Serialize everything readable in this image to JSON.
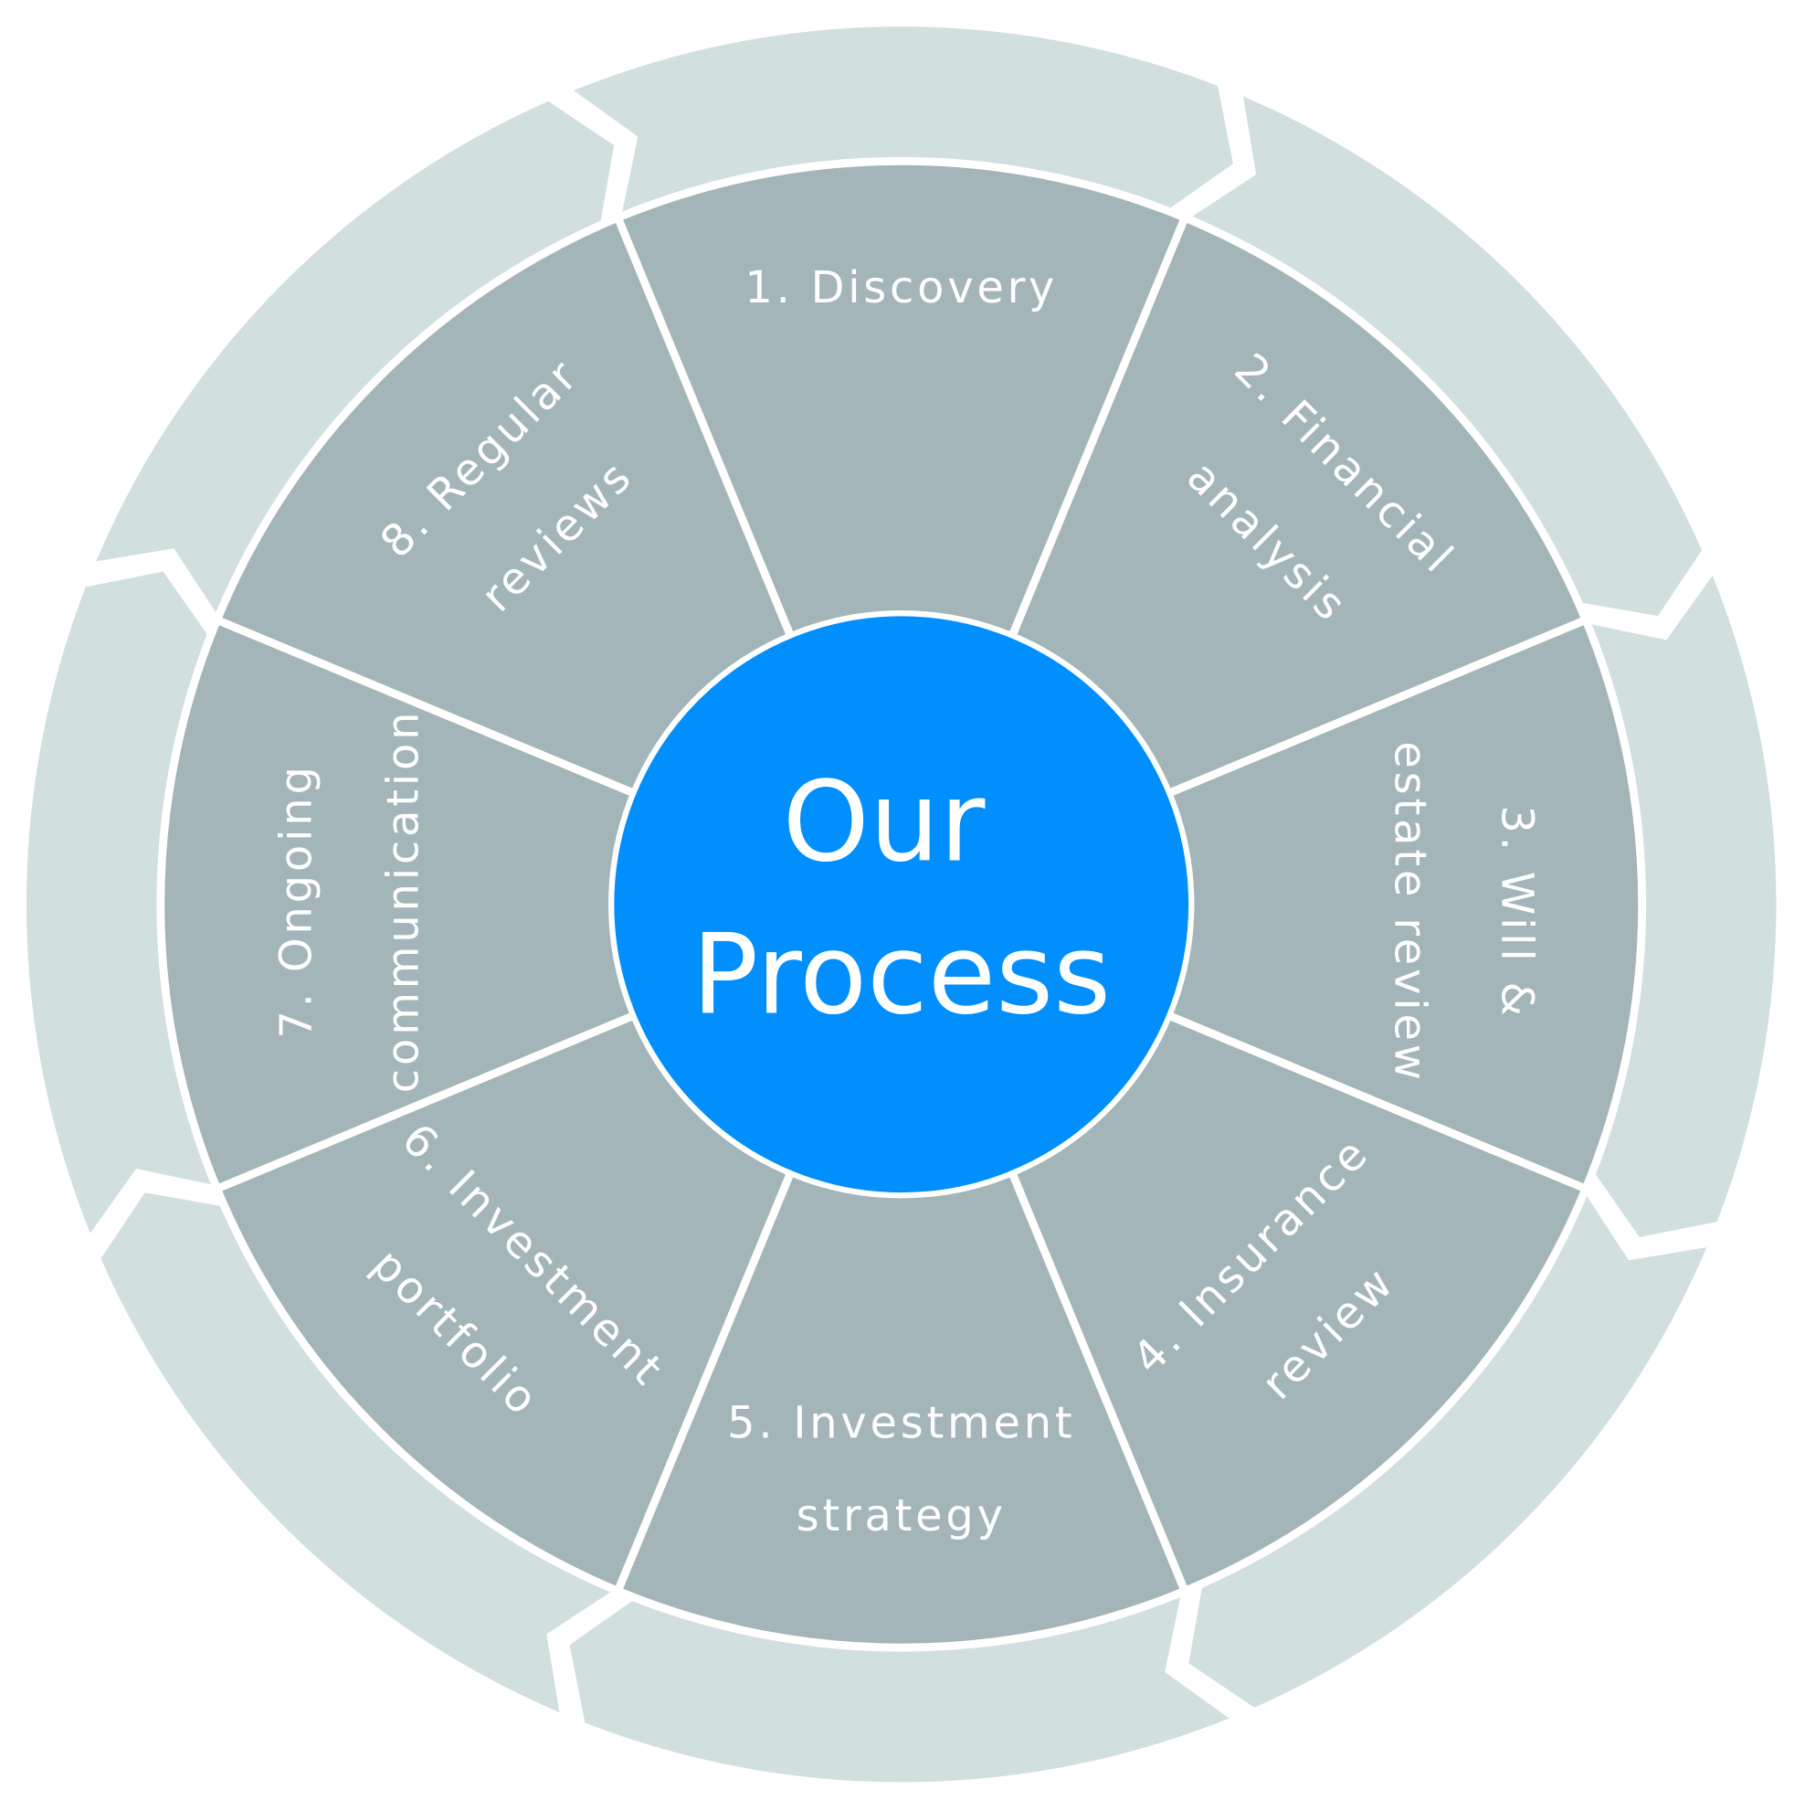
{
  "title": {
    "line1": "Our",
    "line2": "Process"
  },
  "steps": [
    {
      "line1": "1. Discovery",
      "line2": ""
    },
    {
      "line1": "2. Financial",
      "line2": "analysis"
    },
    {
      "line1": "3. Will &",
      "line2": "estate review"
    },
    {
      "line1": "4. Insurance",
      "line2": "review"
    },
    {
      "line1": "5. Investment",
      "line2": "strategy"
    },
    {
      "line1": "6. Investment",
      "line2": "portfolio"
    },
    {
      "line1": "7. Ongoing",
      "line2": "communication"
    },
    {
      "line1": "8. Regular",
      "line2": "reviews"
    }
  ],
  "colors": {
    "outer_ring": "#d1dfdf",
    "segment": "#a3b5b8",
    "center": "#008ffd",
    "divider": "#ffffff"
  }
}
